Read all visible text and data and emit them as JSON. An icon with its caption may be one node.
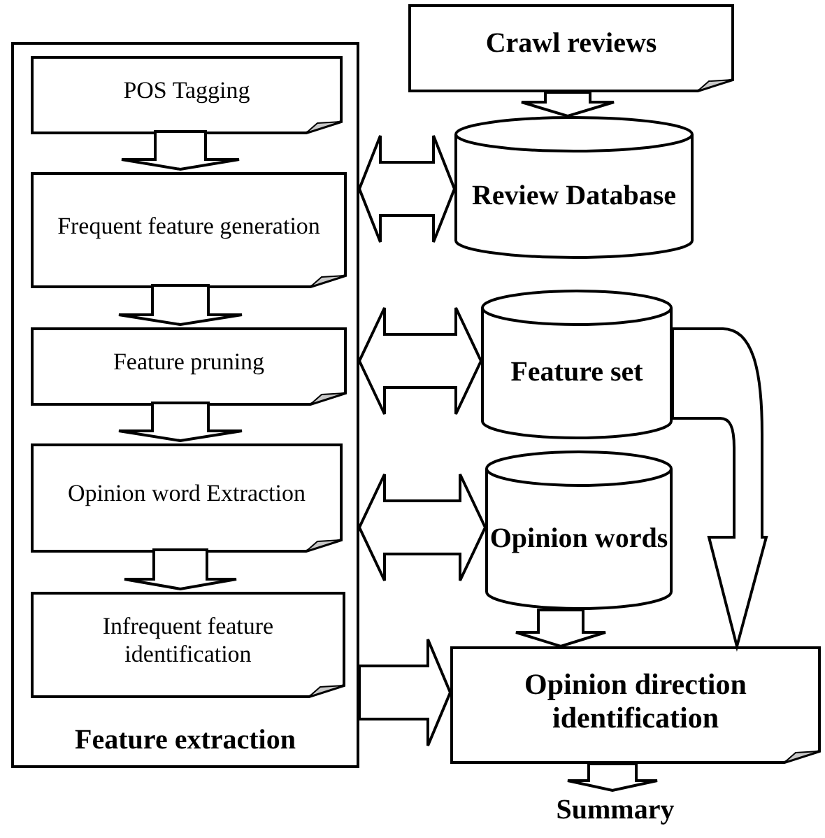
{
  "diagram": {
    "nodes": [
      {
        "text": [
          "Feature extraction"
        ]
      },
      {
        "text": [
          "POS Tagging"
        ],
        "in": 0
      },
      {
        "text": [
          "Frequent feature generation"
        ],
        "in": 0
      },
      {
        "text": [
          "Feature pruning"
        ],
        "in": 0
      },
      {
        "text": [
          "Opinion word Extraction"
        ],
        "in": 0
      },
      {
        "text": [
          "Infrequent feature identification"
        ],
        "in": 0
      },
      {
        "text": [
          "Crawl reviews"
        ]
      },
      {
        "text": [
          "Review Database"
        ]
      },
      {
        "text": [
          "Feature set"
        ]
      },
      {
        "text": [
          "Opinion words"
        ]
      },
      {
        "text": [
          "Opinion direction identification"
        ]
      },
      {
        "text": [
          "Summary"
        ]
      }
    ],
    "edges": [
      {
        "from": 1,
        "to": 2,
        "arrow": "to"
      },
      {
        "from": 2,
        "to": 3,
        "arrow": "to"
      },
      {
        "from": 3,
        "to": 4,
        "arrow": "to"
      },
      {
        "from": 4,
        "to": 5,
        "arrow": "to"
      },
      {
        "from": 6,
        "to": 7,
        "arrow": "to"
      },
      {
        "from": 0,
        "to": 7,
        "arrow": "both"
      },
      {
        "from": 0,
        "to": 8,
        "arrow": "both"
      },
      {
        "from": 0,
        "to": 9,
        "arrow": "both"
      },
      {
        "from": 8,
        "to": 10,
        "arrow": "to"
      },
      {
        "from": 9,
        "to": 10,
        "arrow": "to"
      },
      {
        "from": 0,
        "to": 10,
        "arrow": "to"
      },
      {
        "from": 10,
        "to": 11,
        "arrow": "to"
      }
    ]
  }
}
